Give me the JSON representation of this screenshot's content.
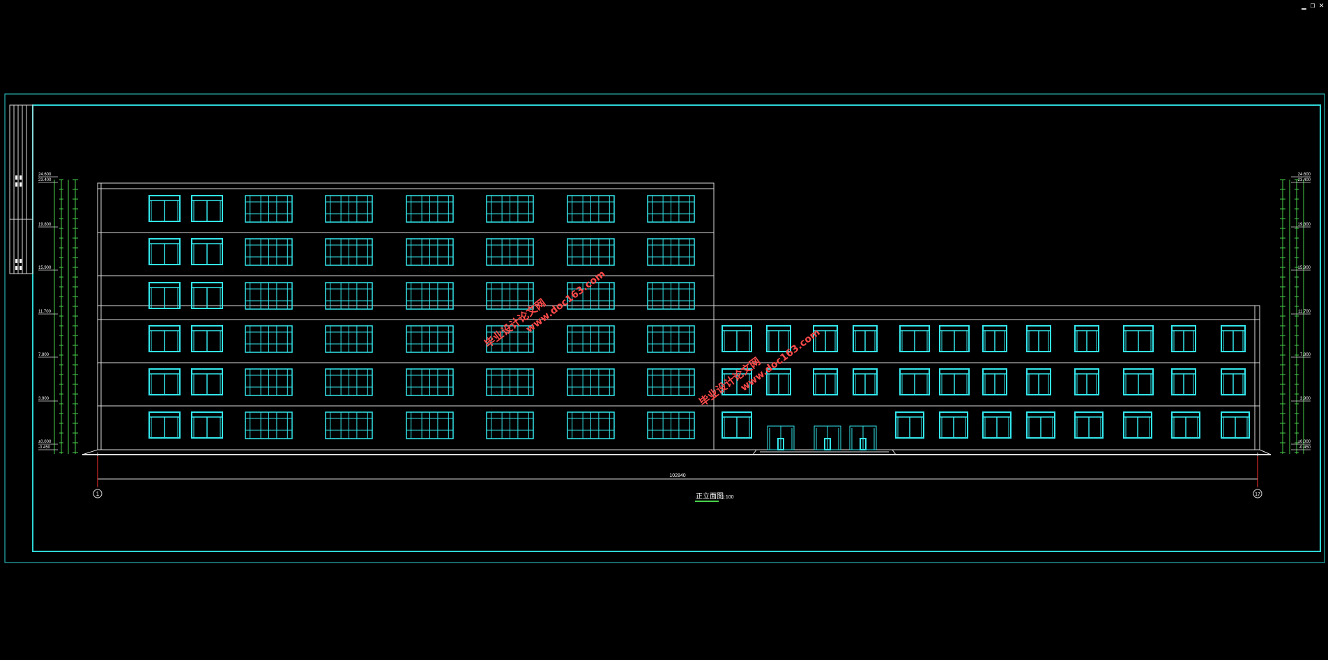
{
  "window_controls": {
    "minimize": "▁",
    "restore": "❐",
    "close": "✕"
  },
  "drawing": {
    "title": "正立面图",
    "scale": "1:100",
    "overall_dimension": "102840",
    "axis_left": "1",
    "axis_right": "17",
    "left_elevations": [
      "24.600",
      "23.400",
      "19.800",
      "15.900",
      "11.700",
      "7.800",
      "3.900",
      "±0.000",
      "-0.450"
    ],
    "right_elevations": [
      "24.600",
      "23.400",
      "19.800",
      "15.900",
      "11.700",
      "7.800",
      "3.900",
      "±0.000",
      "-0.450"
    ],
    "watermarks": [
      {
        "line1": "毕业设计论文网",
        "line2": "www.doc163.com"
      },
      {
        "line1": "毕业设计论文网",
        "line2": "www.doc163.com"
      }
    ],
    "colors": {
      "background": "#000000",
      "frame": "#2fd6d6",
      "window": "#33e8ee",
      "lines": "#dddddd",
      "dims": "#48d24a",
      "watermark": "#ff4a4a"
    }
  }
}
